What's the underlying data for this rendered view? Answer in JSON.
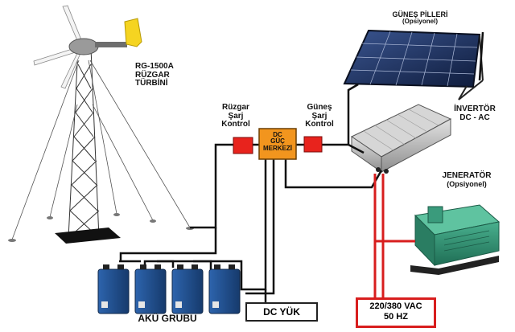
{
  "labels": {
    "turbine": [
      "RG-1500A",
      "RÜZGAR",
      "TÜRBİNİ"
    ],
    "solar": [
      "GÜNEŞ PİLLERİ",
      "(Opsiyonel)"
    ],
    "wind_controller": [
      "Rüzgar",
      "Şarj",
      "Kontrol"
    ],
    "solar_controller": [
      "Güneş",
      "Şarj",
      "Kontrol"
    ],
    "dc_center": [
      "DC",
      "GÜÇ",
      "MERKEZİ"
    ],
    "inverter": [
      "İNVERTÖR",
      "DC - AC"
    ],
    "generator": [
      "JENERATÖR",
      "(Opsiyonel)"
    ],
    "battery": "AKÜ GRUBU",
    "dc_load": "DC YÜK",
    "ac_output": [
      "220/380 VAC",
      "50 HZ"
    ]
  },
  "colors": {
    "controller": "#e8231d",
    "dc_center": "#f2951e",
    "wire_dc": "#111111",
    "wire_ac": "#d81e1e",
    "battery": "#1f4f8f",
    "panel": "#1c2f5c",
    "generator": "#2e8b6e",
    "blade_tip": "#f5d421"
  }
}
